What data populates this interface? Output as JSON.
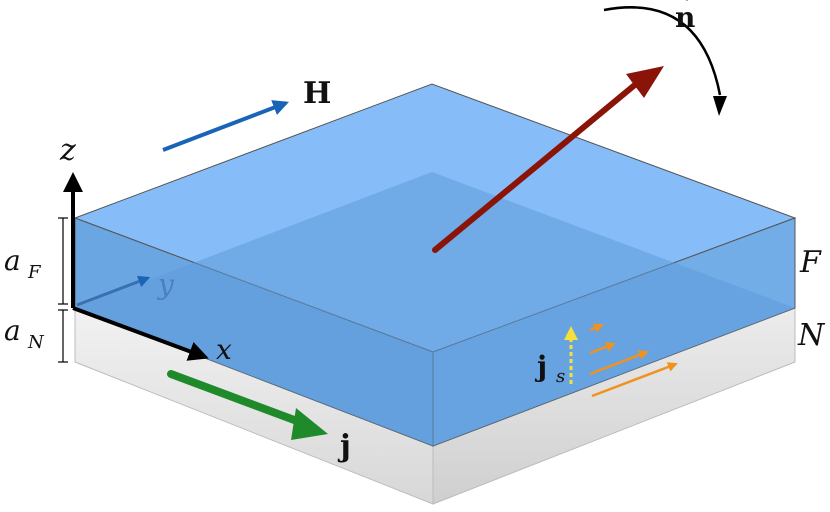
{
  "labels": {
    "H": "H",
    "n_dot_base": "n",
    "n_dot_mark": "˙",
    "z": "z",
    "y": "y",
    "x": "x",
    "aF_main": "a",
    "aF_sub": "F",
    "aN_main": "a",
    "aN_sub": "N",
    "F": "F",
    "N": "N",
    "js_main": "j",
    "js_sub": "s",
    "j": "j"
  },
  "colors": {
    "ferromagnet_top": "#86bdf8",
    "ferromagnet_face": "#6aa6e2",
    "normal_metal": "#e6e6e6",
    "field_arrow": "#1a64b8",
    "magnetization_arrow": "#8b1409",
    "charge_current_arrow": "#1f8a2a",
    "spin_current_arrow": "#f5e13a",
    "spin_accumulation_arrows": "#f0921e",
    "axes": "#000000"
  }
}
